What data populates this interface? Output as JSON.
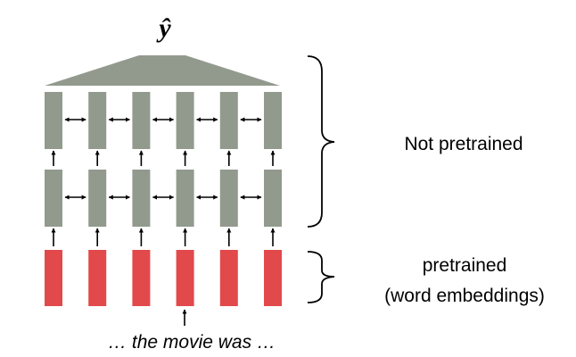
{
  "output_label": "ŷ",
  "brace_top_label": "Not pretrained",
  "brace_bottom_label_line1": "pretrained",
  "brace_bottom_label_line2": "(word embeddings)",
  "input_text": "… the movie was …",
  "columns": 6,
  "colors": {
    "lstm_cell": "#929a8e",
    "embedding": "#e2494b",
    "line": "#000000",
    "brace": "#000000",
    "text": "#000000"
  },
  "icons": [
    "bidirectional-arrow-icon",
    "up-arrow-icon",
    "curly-brace-icon"
  ]
}
